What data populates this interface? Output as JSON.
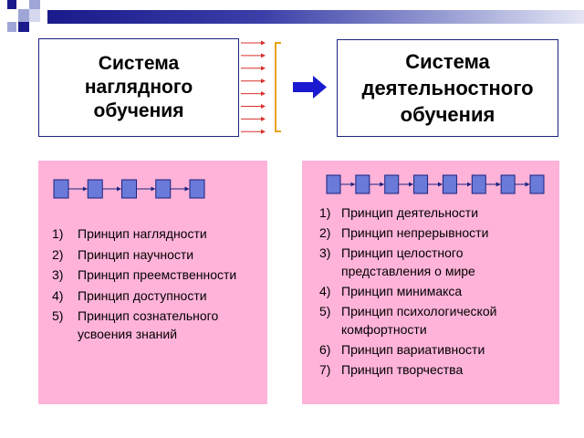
{
  "left_system": {
    "title": "Система\nнаглядного\nобучения"
  },
  "right_system": {
    "title": "Система\nдеятельностного\nобучения"
  },
  "left_principles": [
    {
      "num": "1)",
      "text": "Принцип наглядности"
    },
    {
      "num": "2)",
      "text": "Принцип научности"
    },
    {
      "num": "3)",
      "text": "Принцип преемственности"
    },
    {
      "num": "4)",
      "text": "Принцип доступности"
    },
    {
      "num": "5)",
      "text": "Принцип сознательного\nусвоения знаний"
    }
  ],
  "right_principles": [
    {
      "num": "1)",
      "text": "Принцип деятельности"
    },
    {
      "num": "2)",
      "text": "Принцип непрерывности"
    },
    {
      "num": "3)",
      "text": "Принцип целостного\nпредставления о мире"
    },
    {
      "num": "4)",
      "text": "Принцип минимакса"
    },
    {
      "num": "5)",
      "text": "Принцип психологической\nкомфортности"
    },
    {
      "num": "6)",
      "text": "Принцип вариативности"
    },
    {
      "num": "7)",
      "text": "Принцип творчества"
    }
  ],
  "colors": {
    "panel": "#ffb3d9",
    "chain_node": "#6a7ad8",
    "chain_border": "#1a237e",
    "red_arrow": "#d9302b",
    "bracket": "#e8a11a",
    "transition_arrow": "#1a1ad0",
    "deco_dark": "#1a1a8c"
  },
  "left_chain_count": 5,
  "right_chain_count": 8
}
